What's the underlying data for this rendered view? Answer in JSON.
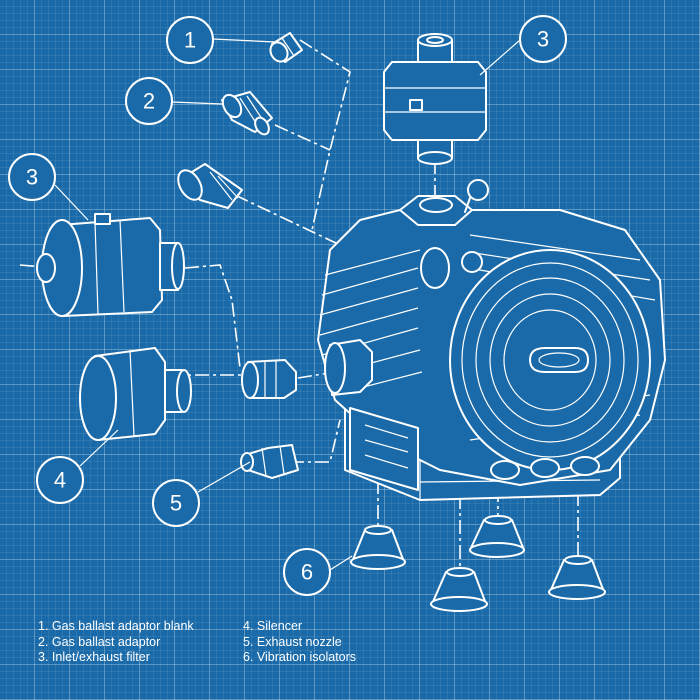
{
  "diagram": {
    "callouts": [
      {
        "id": "c1",
        "label": "1"
      },
      {
        "id": "c2",
        "label": "2"
      },
      {
        "id": "c3a",
        "label": "3"
      },
      {
        "id": "c3b",
        "label": "3"
      },
      {
        "id": "c4",
        "label": "4"
      },
      {
        "id": "c5",
        "label": "5"
      },
      {
        "id": "c6",
        "label": "6"
      }
    ],
    "legend_left": [
      "1. Gas ballast adaptor blank",
      "2. Gas ballast adaptor",
      "3. Inlet/exhaust filter"
    ],
    "legend_right": [
      "4. Silencer",
      "5. Exhaust nozzle",
      "6. Vibration isolators"
    ]
  },
  "colors": {
    "background": "#1a6aa9",
    "lines": "#ffffff"
  }
}
